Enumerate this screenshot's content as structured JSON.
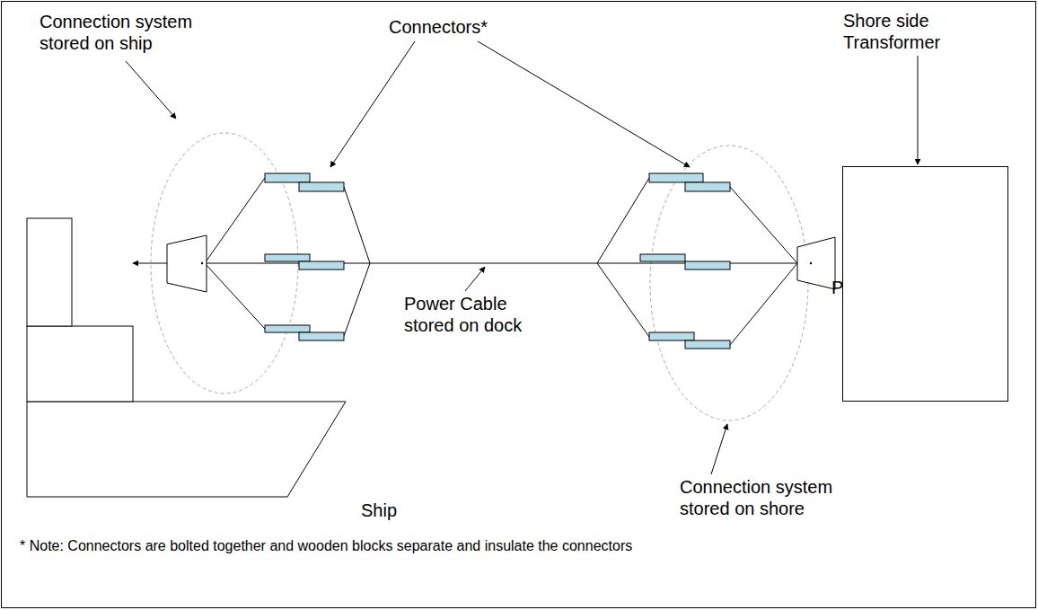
{
  "diagram": {
    "nodes": [
      {
        "text": [
          "Shore side Transformer"
        ]
      }
    ],
    "labels": [
      "Connection system stored on ship",
      "Connectors*",
      "Power Cable stored on dock",
      "Plugs",
      "Ship",
      "Connection system stored on shore",
      "* Note: Connectors are bolted together and wooden blocks separate and insulate the connectors"
    ]
  }
}
